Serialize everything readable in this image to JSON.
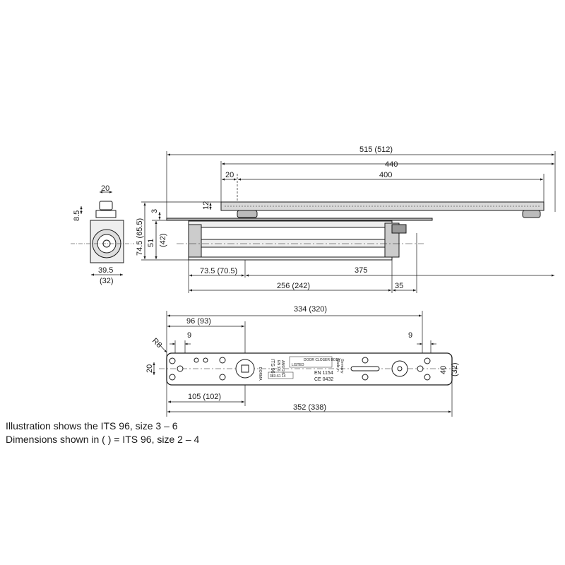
{
  "dimensions": {
    "overall_length": "515 (512)",
    "arm_length": "440",
    "arm_offset": "20",
    "slide_length": "400",
    "arm_height": "12",
    "plate_gap": "3",
    "total_height": "74.5 (65.5)",
    "body_height": "51",
    "body_height_alt": "(42)",
    "side_top_width": "20",
    "side_top_height": "8.5",
    "side_width": "39.5",
    "side_width_alt": "(32)",
    "axis_offset": "73.5 (70.5)",
    "axis_to_end": "375",
    "body_length": "256 (242)",
    "end_gap": "35",
    "plate_hole_span": "334 (320)",
    "plate_axis": "96 (93)",
    "hole_left": "9",
    "hole_right": "9",
    "radius": "R8",
    "hole_spacing": "20",
    "plate_height": "40",
    "plate_height_alt": "(32)",
    "plate_axis_bottom": "105 (102)",
    "plate_length": "352 (338)"
  },
  "plate_labels": {
    "brand": "DORMA",
    "model": "ITS 96",
    "en": "EN 3-6",
    "ansi": "ANSI 2-5",
    "ul": "DOOR CLOSER BODY",
    "listed": "LISTED",
    "code": "383-61 14",
    "norm": "EN 1154",
    "ce": "CE 0432",
    "made": "Made in",
    "country": "Germany"
  },
  "captions": {
    "line1": "Illustration shows the ITS 96, size 3 – 6",
    "line2": "Dimensions shown in ( ) = ITS 96, size 2 – 4"
  }
}
